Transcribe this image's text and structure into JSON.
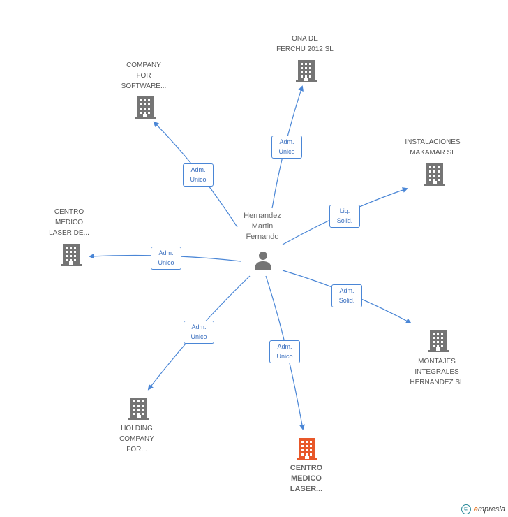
{
  "center": {
    "name_lines": [
      "Hernandez",
      "Martin",
      "Fernando"
    ]
  },
  "companies": [
    {
      "id": "c1",
      "lines": [
        "ONA DE",
        "FERCHU 2012 SL"
      ],
      "highlight": false,
      "relation": [
        "Adm.",
        "Unico"
      ]
    },
    {
      "id": "c2",
      "lines": [
        "COMPANY",
        "FOR",
        "SOFTWARE..."
      ],
      "highlight": false,
      "relation": [
        "Adm.",
        "Unico"
      ]
    },
    {
      "id": "c3",
      "lines": [
        "INSTALACIONES",
        "MAKAMAR SL"
      ],
      "highlight": false,
      "relation": [
        "Liq.",
        "Solid."
      ]
    },
    {
      "id": "c4",
      "lines": [
        "CENTRO",
        "MEDICO",
        "LASER DE..."
      ],
      "highlight": false,
      "relation": [
        "Adm.",
        "Unico"
      ]
    },
    {
      "id": "c5",
      "lines": [
        "MONTAJES",
        "INTEGRALES",
        "HERNANDEZ SL"
      ],
      "highlight": false,
      "relation": [
        "Adm.",
        "Solid."
      ]
    },
    {
      "id": "c6",
      "lines": [
        "HOLDING",
        "COMPANY",
        "FOR..."
      ],
      "highlight": false,
      "relation": [
        "Adm.",
        "Unico"
      ]
    },
    {
      "id": "c7",
      "lines": [
        "CENTRO",
        "MEDICO",
        "LASER..."
      ],
      "highlight": true,
      "relation": [
        "Adm.",
        "Unico"
      ]
    }
  ],
  "colors": {
    "edge": "#4a86d6",
    "building": "#757575",
    "building_highlight": "#e8582a",
    "person": "#757575"
  },
  "footer": {
    "copyright": "©",
    "brand_first": "e",
    "brand_rest": "mpresia"
  }
}
